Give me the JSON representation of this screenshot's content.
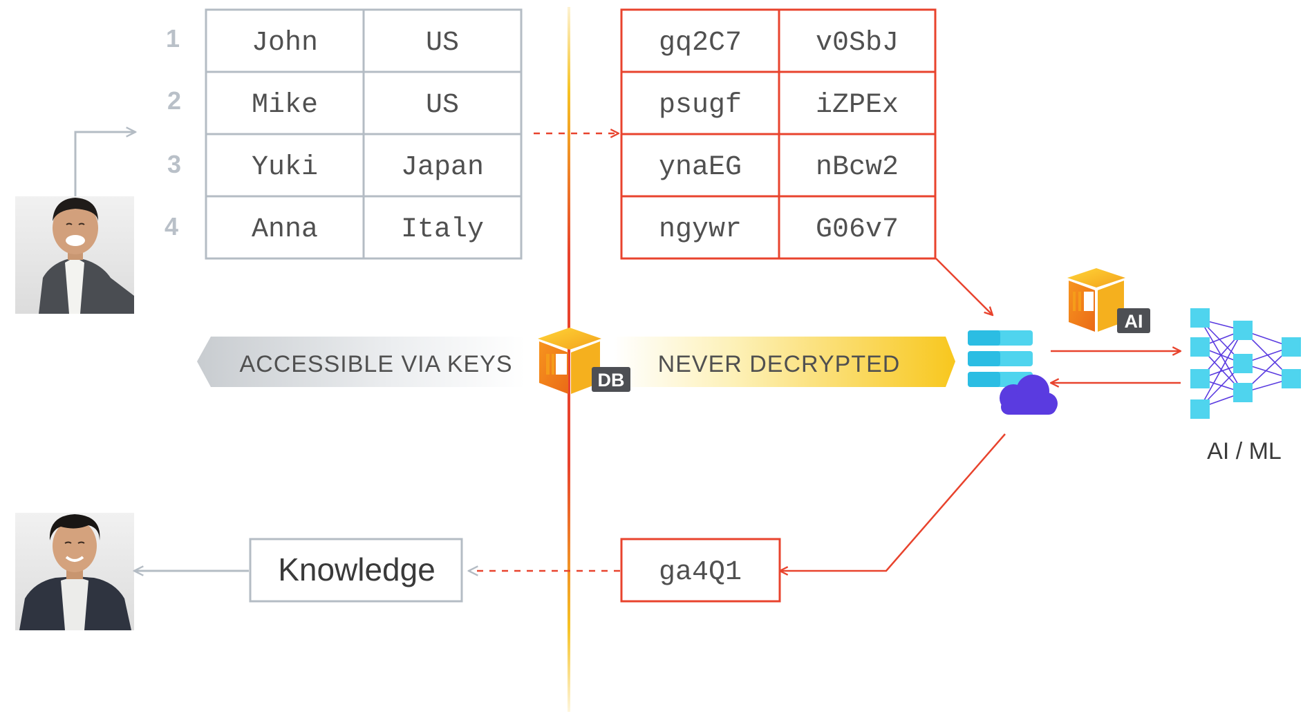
{
  "row_numbers": [
    "1",
    "2",
    "3",
    "4"
  ],
  "plain_table": [
    [
      "John",
      "US"
    ],
    [
      "Mike",
      "US"
    ],
    [
      "Yuki",
      "Japan"
    ],
    [
      "Anna",
      "Italy"
    ]
  ],
  "encrypted_table": [
    [
      "gq2C7",
      "v0SbJ"
    ],
    [
      "psugf",
      "iZPEx"
    ],
    [
      "ynaEG",
      "nBcw2"
    ],
    [
      "ngywr",
      "G06v7"
    ]
  ],
  "banner_left": "ACCESSIBLE VIA KEYS",
  "banner_right": "NEVER DECRYPTED",
  "db_badge": "DB",
  "ai_badge": "AI",
  "ai_ml_label": "AI / ML",
  "result_token": "ga4Q1",
  "knowledge_label": "Knowledge",
  "colors": {
    "red": "#e8432d",
    "gray_line": "#b4bcc4",
    "yellow": "#f6c223",
    "orange": "#f08a1e",
    "cyan": "#4fd4ee",
    "purple": "#5a3be0"
  },
  "icons": [
    "person-photo",
    "database-logo",
    "cloud-database-icon",
    "neural-network-icon"
  ]
}
